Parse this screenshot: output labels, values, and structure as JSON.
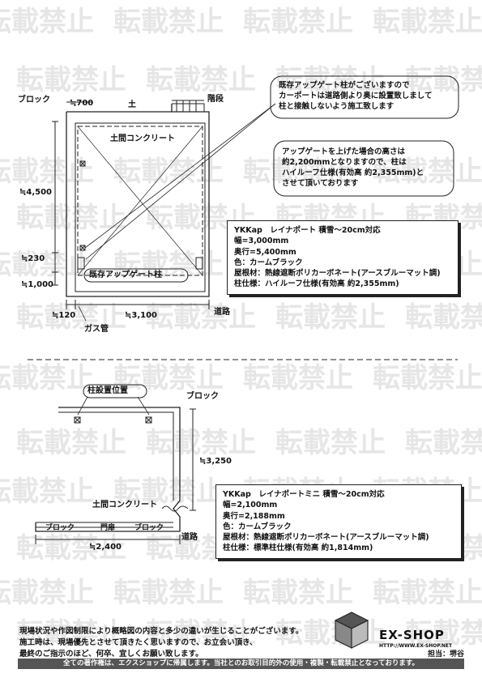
{
  "watermark": {
    "text": "転載禁止"
  },
  "plan_top": {
    "block_label": "ブロック",
    "width_700": "≒700",
    "soil_label": "土",
    "stairs_label": "階段",
    "concrete_label": "土間コンクリート",
    "dim_4500": "≒4,500",
    "dim_230": "≒230",
    "dim_1000": "≒1,000",
    "dim_120": "≒120",
    "dim_3100": "≒3,100",
    "gas_pipe": "ガス管",
    "road": "道路",
    "existing_gate_post": "既存アップゲート柱"
  },
  "callout1": {
    "lines": [
      "既存アップゲート柱がございますので",
      "カーポートは道路側より奥に設置致しまして",
      "柱と接触しないよう施工致します"
    ]
  },
  "callout2": {
    "lines": [
      "アップゲートを上げた場合の高さは",
      "約2,200mmとなりますので、柱は",
      "ハイルーフ仕様(有効高 約2,355mm)と",
      "させて頂いております"
    ]
  },
  "spec1": {
    "lines": [
      "YKKap　レイナポート 積雪～20cm対応",
      "幅=3,000mm",
      "奥行=5,400mm",
      "色：カームブラック",
      "屋根材：熱線遮断ポリカーボネート(アースブルーマット調)",
      "柱仕様：ハイルーフ仕様(有効高 約2,355mm)"
    ]
  },
  "plan_bottom": {
    "post_position": "柱設置位置",
    "block_label": "ブロック",
    "dim_3250": "≒3,250",
    "concrete_label": "土間コンクリート",
    "block_left": "ブロック",
    "gate": "門扉",
    "block_right": "ブロック",
    "road": "道路",
    "dim_2400": "≒2,400"
  },
  "spec2": {
    "lines": [
      "YKKap　レイナポートミニ 積雪～20cm対応",
      "幅=2,100mm",
      "奥行=2,188mm",
      "色：カームブラック",
      "屋根材：熱線遮断ポリカーボネート(アースブルーマット調)",
      "柱仕様：標準柱仕様(有効高 約1,814mm)"
    ]
  },
  "footer": {
    "notes": [
      "現場状況や作図制限により概略図の内容と多少の違いが生じることがございます。",
      "施工時は、現場優先とさせて頂きたく思いますので、お立会い頂き、",
      "最終のご指示のほど、何卒、宜しくお願い致します。"
    ],
    "brand": "EX-SHOP",
    "url": "HTTP://WWW.EX-SHOP.NET",
    "staff": "担当：堺谷",
    "copyright": "全ての著作権は、エクスショップに帰属します。当社とのお取引目的外の使用・複製・転載禁止となっております。"
  }
}
